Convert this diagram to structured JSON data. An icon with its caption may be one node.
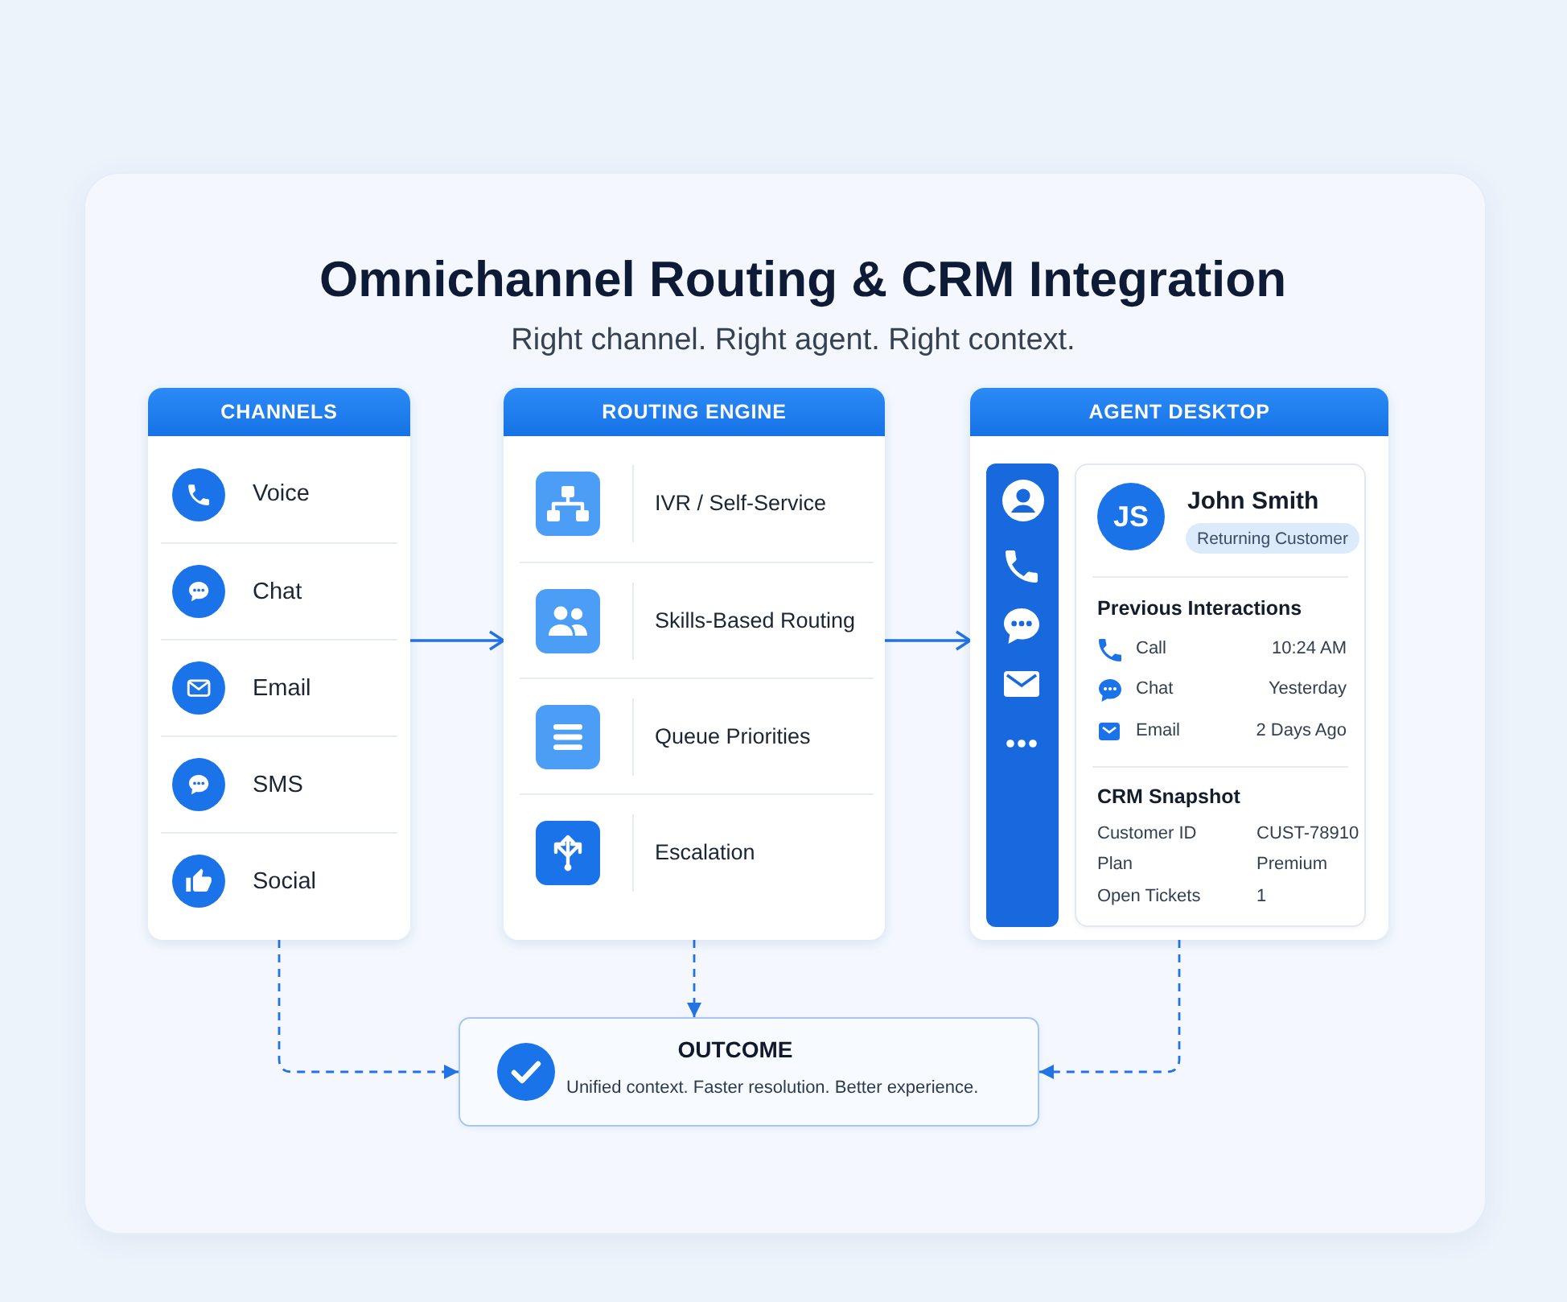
{
  "diagram": {
    "title": "Omnichannel Routing & CRM Integration",
    "nodes": [
      {
        "text": [
          "CHANNELS"
        ]
      },
      {
        "text": [
          "Voice"
        ],
        "in": 0
      },
      {
        "text": [
          "Chat"
        ],
        "in": 0
      },
      {
        "text": [
          "Email"
        ],
        "in": 0
      },
      {
        "text": [
          "SMS"
        ],
        "in": 0
      },
      {
        "text": [
          "Social"
        ],
        "in": 0
      },
      {
        "text": [
          "ROUTING ENGINE"
        ]
      },
      {
        "text": [
          "IVR / Self-Service"
        ],
        "in": 6
      },
      {
        "text": [
          "Skills-Based Routing"
        ],
        "in": 6
      },
      {
        "text": [
          "Queue Priorities"
        ],
        "in": 6
      },
      {
        "text": [
          "Escalation"
        ],
        "in": 6
      },
      {
        "text": [
          "AGENT DESKTOP"
        ]
      },
      {
        "text": [
          "John Smith",
          "Previous Interactions",
          "CRM Snapshot"
        ],
        "in": 11
      },
      {
        "text": [
          "JS"
        ],
        "in": 12
      },
      {
        "text": [
          "Returning Customer"
        ],
        "in": 12
      },
      {
        "text": [
          "OUTCOME",
          "Unified context. Faster resolution. Better experience."
        ]
      }
    ],
    "edges": [
      {
        "from": 0,
        "to": 6,
        "arrow": "to"
      },
      {
        "from": 6,
        "to": 11,
        "arrow": "to"
      },
      {
        "from": 0,
        "to": 15,
        "arrow": "to",
        "style": "dashed"
      },
      {
        "from": 6,
        "to": 15,
        "arrow": "to",
        "style": "dashed"
      },
      {
        "from": 11,
        "to": 15,
        "arrow": "to",
        "style": "dashed"
      }
    ],
    "labels": [
      "Right channel. Right agent. Right context.",
      "Call",
      "10:24 AM",
      "Chat",
      "Yesterday",
      "Email",
      "2 Days Ago",
      "Customer ID",
      "CUST-78910",
      "Plan",
      "Premium",
      "Open Tickets",
      "1"
    ]
  }
}
